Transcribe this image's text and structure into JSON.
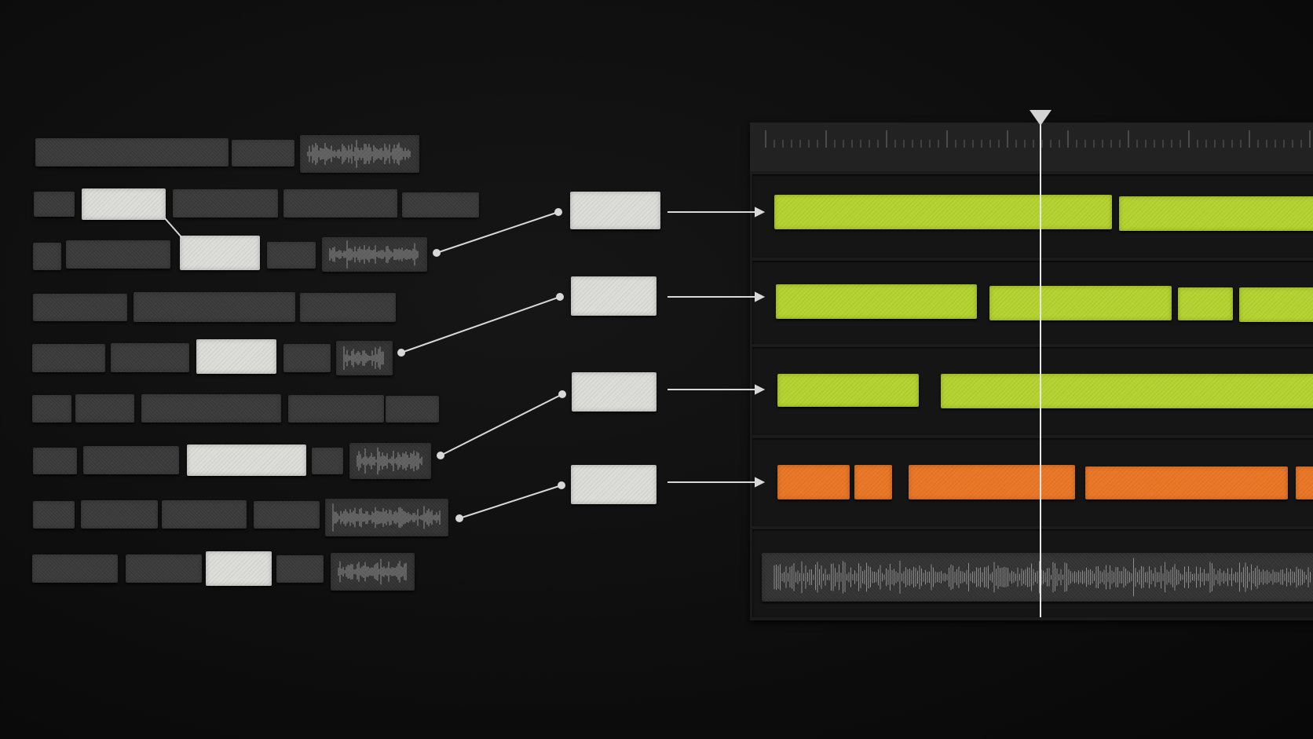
{
  "colors": {
    "background": "#0e0e0e",
    "dark_felt": "#3b3b3b",
    "light_felt": "#dcdcd8",
    "lime_clip": "#b5d330",
    "orange_clip": "#ea7726",
    "waveform": "#8e8e8e",
    "connector": "#d8d8d8"
  },
  "icons": {
    "playhead": "playhead-triangle-icon",
    "waveform": "waveform-icon",
    "arrow": "arrow-right-icon"
  },
  "transcript_rows": 9,
  "timeline_tracks": [
    {
      "color": "lime",
      "clips": 2
    },
    {
      "color": "lime",
      "clips": 4
    },
    {
      "color": "lime",
      "clips": 2
    },
    {
      "color": "orange",
      "clips": 5
    },
    {
      "color": "waveform",
      "clips": 1
    }
  ]
}
